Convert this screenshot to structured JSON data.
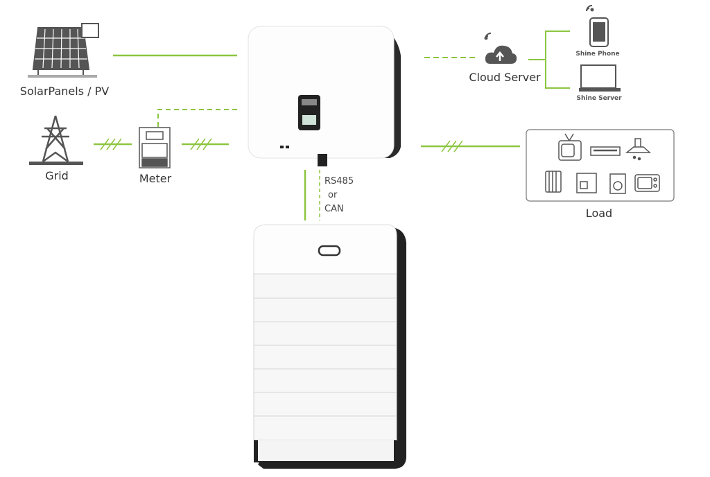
{
  "labels": {
    "pv": "SolarPanels / PV",
    "grid": "Grid",
    "meter": "Meter",
    "cloud": "Cloud Server",
    "phone": "Shine Phone",
    "server": "Shine Server",
    "load": "Load",
    "comm": [
      "RS485",
      "or",
      "CAN"
    ]
  },
  "colors": {
    "line": "#8cc63f",
    "icon": "#555555",
    "inverter": "#ffffff",
    "battery_edge": "#222222"
  },
  "icons": [
    "solar-panel-icon",
    "power-tower-icon",
    "meter-icon",
    "inverter",
    "cloud-upload-icon",
    "wifi-icon",
    "phone-icon",
    "laptop-icon",
    "tv-icon",
    "air-conditioner-icon",
    "range-hood-icon",
    "heater-icon",
    "coffee-machine-icon",
    "washing-machine-icon",
    "microwave-icon",
    "battery-stack"
  ]
}
